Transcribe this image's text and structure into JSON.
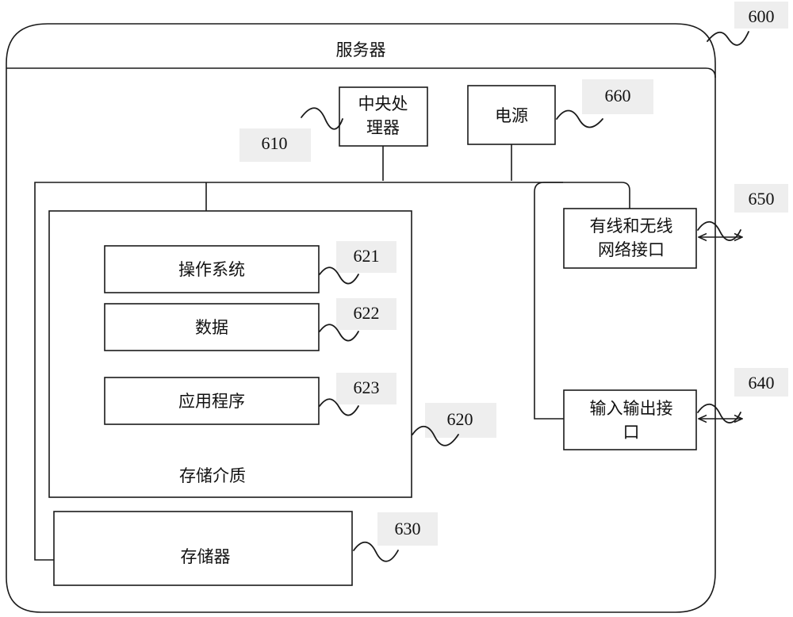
{
  "server": {
    "title": "服务器",
    "ref": "600"
  },
  "cpu": {
    "line1": "中央处",
    "line2": "理器",
    "ref": "610"
  },
  "power": {
    "label": "电源",
    "ref": "660"
  },
  "storage_medium": {
    "label": "存储介质",
    "ref": "620"
  },
  "os": {
    "label": "操作系统",
    "ref": "621"
  },
  "data": {
    "label": "数据",
    "ref": "622"
  },
  "apps": {
    "label": "应用程序",
    "ref": "623"
  },
  "memory": {
    "label": "存储器",
    "ref": "630"
  },
  "network": {
    "line1": "有线和无线",
    "line2": "网络接口",
    "ref": "650"
  },
  "io": {
    "line1": "输入输出接",
    "line2": "口",
    "ref": "640"
  }
}
